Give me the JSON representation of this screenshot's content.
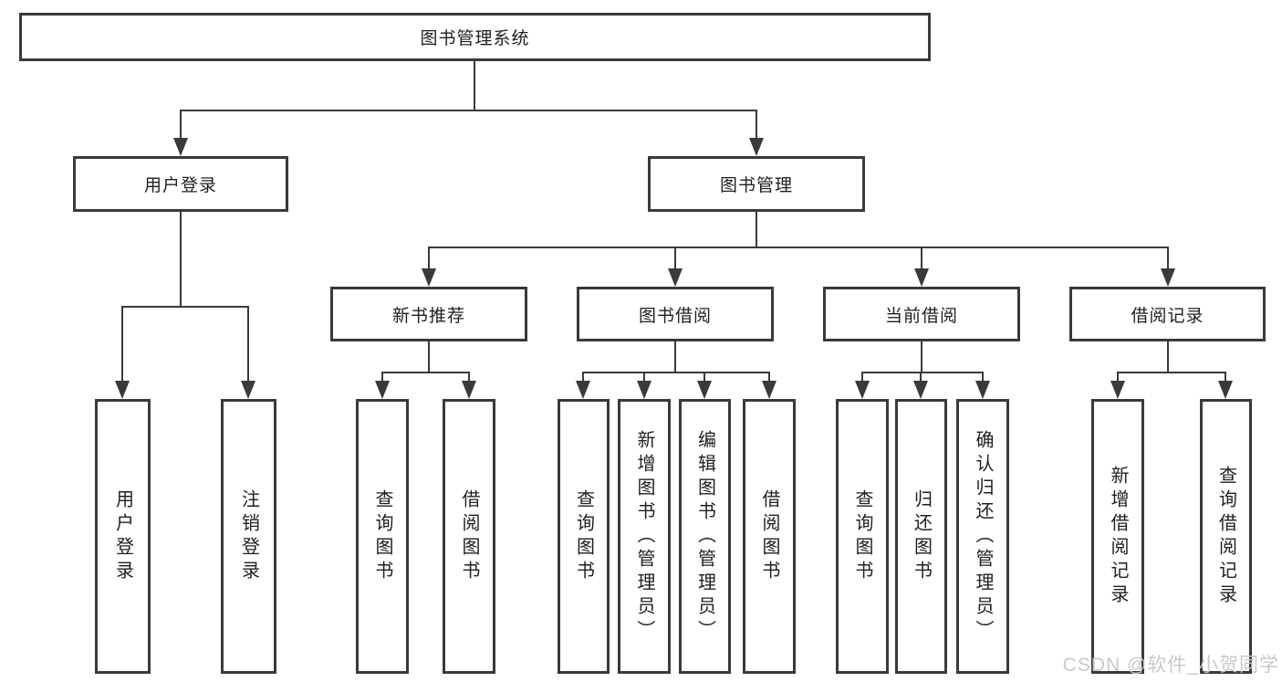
{
  "diagram": {
    "root": {
      "label": "图书管理系统"
    },
    "level2": [
      {
        "id": "user-login",
        "label": "用户登录"
      },
      {
        "id": "book-management",
        "label": "图书管理"
      }
    ],
    "level3": [
      {
        "id": "new-book-recommend",
        "label": "新书推荐"
      },
      {
        "id": "book-borrowing",
        "label": "图书借阅"
      },
      {
        "id": "current-borrowing",
        "label": "当前借阅"
      },
      {
        "id": "borrowing-records",
        "label": "借阅记录"
      }
    ],
    "leaves": {
      "user_login": [
        {
          "label": "用户登录"
        },
        {
          "label": "注销登录"
        }
      ],
      "new_book_recommend": [
        {
          "label": "查询图书"
        },
        {
          "label": "借阅图书"
        }
      ],
      "book_borrowing": [
        {
          "label": "查询图书"
        },
        {
          "label": "新增图书（管理员）"
        },
        {
          "label": "编辑图书（管理员）"
        },
        {
          "label": "借阅图书"
        }
      ],
      "current_borrowing": [
        {
          "label": "查询图书"
        },
        {
          "label": "归还图书"
        },
        {
          "label": "确认归还（管理员）"
        }
      ],
      "borrowing_records": [
        {
          "label": "新增借阅记录"
        },
        {
          "label": "查询借阅记录"
        }
      ]
    }
  },
  "watermark": {
    "text": "CSDN @软件_小贺同学"
  },
  "colors": {
    "line": "#3a3a3a",
    "text": "#1f1f1f",
    "background": "#ffffff",
    "watermark": "#c9c9c9"
  }
}
